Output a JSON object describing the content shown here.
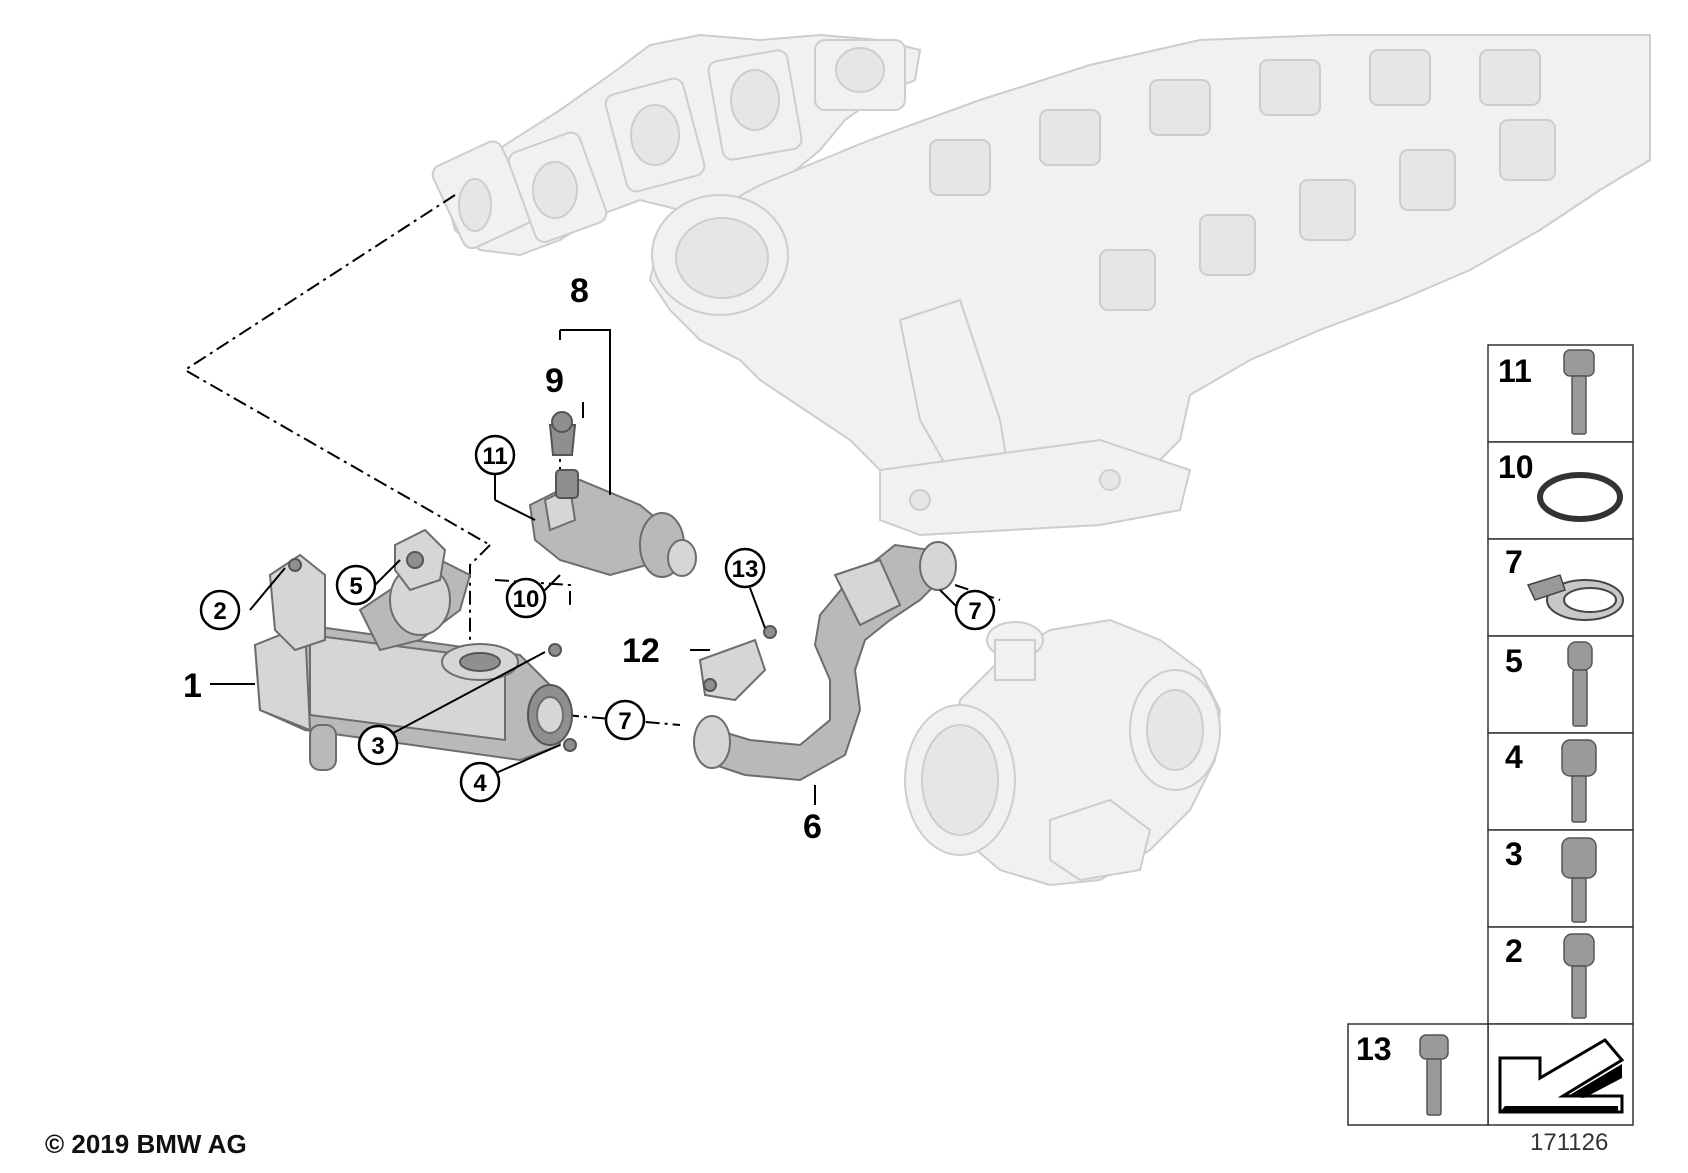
{
  "callouts": {
    "c1": "1",
    "c6": "6",
    "c8": "8",
    "c9": "9",
    "c12": "12",
    "c2": "2",
    "c3": "3",
    "c4": "4",
    "c5": "5",
    "c7a": "7",
    "c7b": "7",
    "c10": "10",
    "c11": "11",
    "c13": "13"
  },
  "legend": {
    "items": [
      "11",
      "10",
      "7",
      "5",
      "4",
      "3",
      "2"
    ],
    "extra": "13"
  },
  "footer": {
    "copyright": "© 2019 BMW AG",
    "reference": "171126"
  }
}
